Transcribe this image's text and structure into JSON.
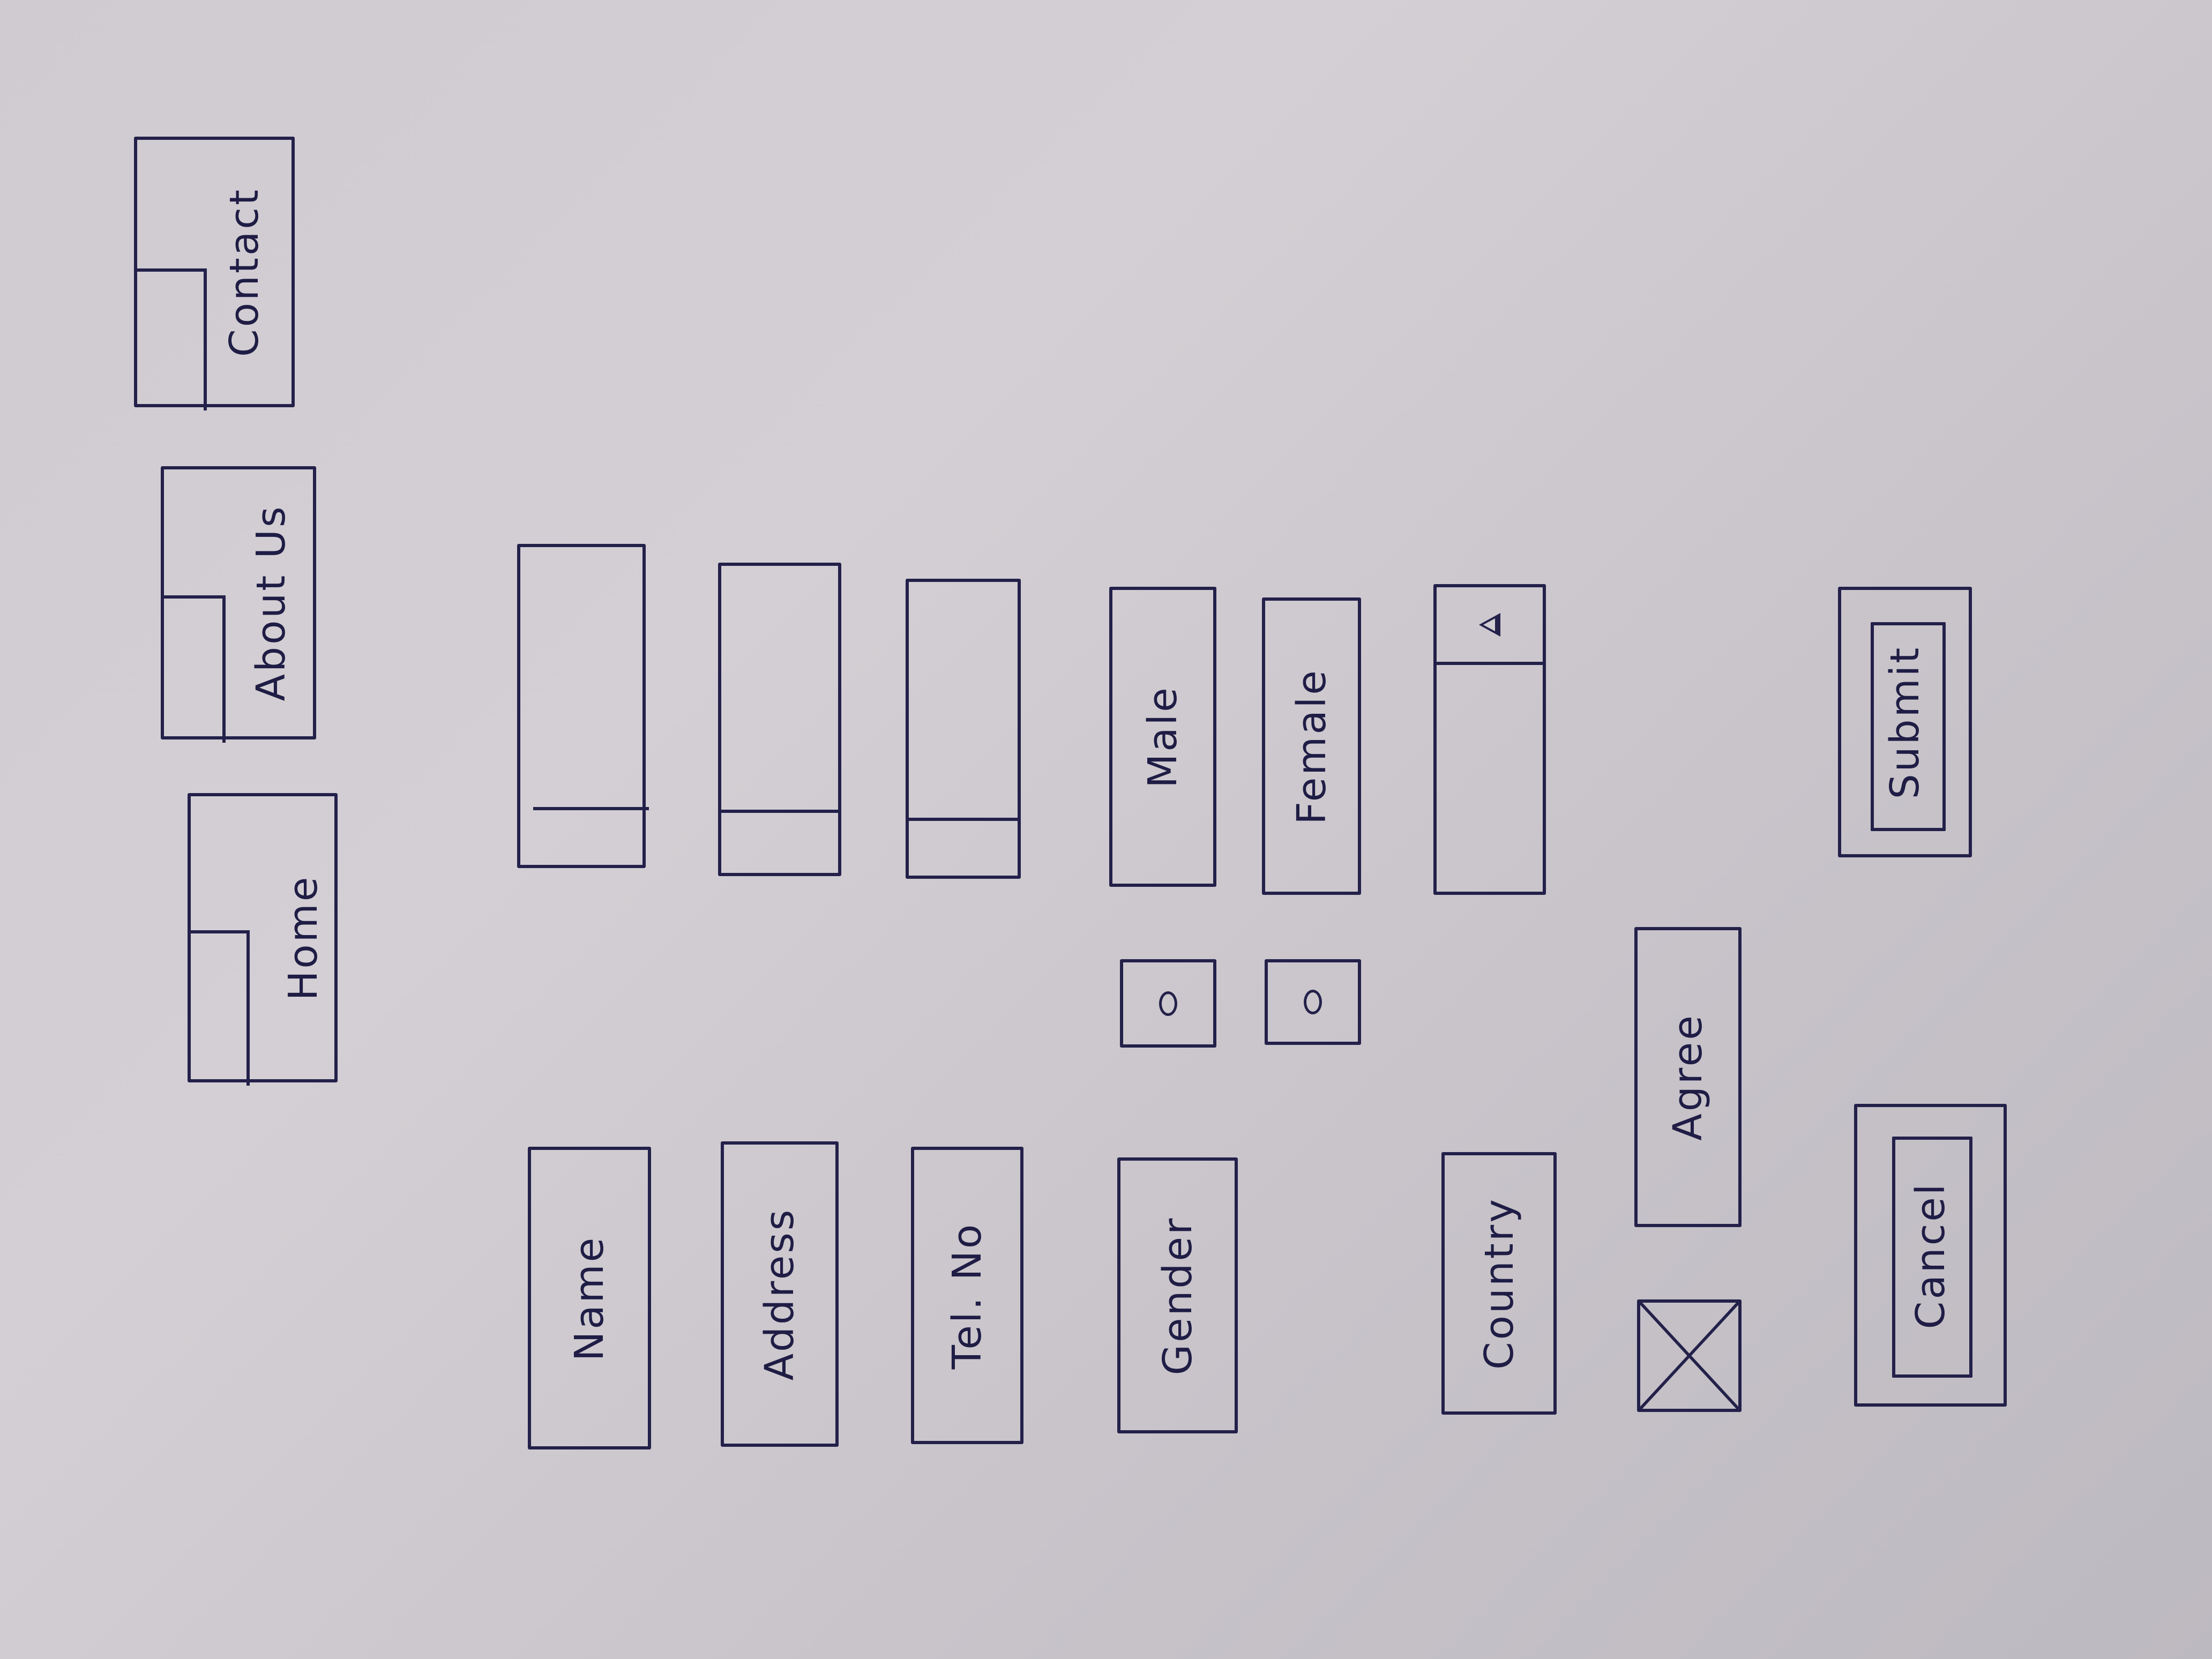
{
  "nav": {
    "items": [
      {
        "label": "Home"
      },
      {
        "label": "About Us"
      },
      {
        "label": "Contact"
      }
    ]
  },
  "form": {
    "labels": {
      "name": "Name",
      "address": "Address",
      "tel": "Tel. No",
      "gender": "Gender",
      "country": "Country"
    },
    "gender_options": {
      "male": "Male",
      "female": "Female"
    },
    "agree_label": "Agree",
    "submit_label": "Submit",
    "cancel_label": "Cancel"
  },
  "icons": {
    "nav": "image-placeholder-icon",
    "radio": "radio-icon",
    "dropdown": "dropdown-arrow-icon",
    "checkbox": "checkbox-checked-icon"
  },
  "colors": {
    "ink": "#23214a",
    "paper": "#d0ccd2"
  }
}
